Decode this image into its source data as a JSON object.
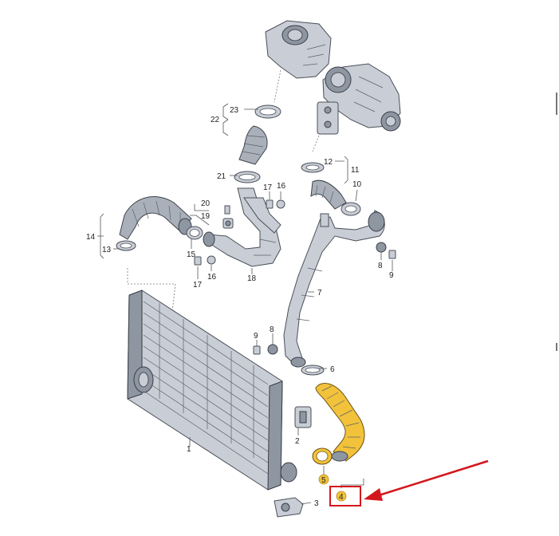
{
  "labels": {
    "l1": "1",
    "l2": "2",
    "l3": "3",
    "l4": "4",
    "l5": "5",
    "l6": "6",
    "l7": "7",
    "l8": "8",
    "l9a": "9",
    "l9b": "9",
    "l10": "10",
    "l11": "11",
    "l12": "12",
    "l13": "13",
    "l14": "14",
    "l15": "15",
    "l16a": "16",
    "l16b": "16",
    "l17a": "17",
    "l17b": "17",
    "l18": "18",
    "l19": "19",
    "l20": "20",
    "l21": "21",
    "l22": "22",
    "l23": "23"
  },
  "highlight": {
    "color": "#d4161c",
    "badge_color": "#f2c23a",
    "highlighted_parts": [
      "4",
      "5"
    ]
  },
  "icons": [
    "arrow-right-icon"
  ]
}
